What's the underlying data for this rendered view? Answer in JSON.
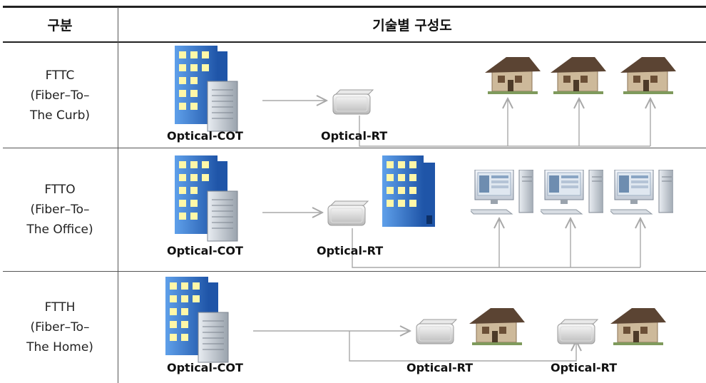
{
  "table": {
    "header": {
      "category": "구분",
      "diagram": "기술별 구성도"
    },
    "rows": [
      {
        "category_lines": [
          "FTTC",
          "(Fiber–To–",
          "The Curb)"
        ],
        "cot_label": "Optical-COT",
        "rt_labels": [
          "Optical-RT"
        ]
      },
      {
        "category_lines": [
          "FTTO",
          "(Fiber–To–",
          "The Office)"
        ],
        "cot_label": "Optical-COT",
        "rt_labels": [
          "Optical-RT"
        ]
      },
      {
        "category_lines": [
          "FTTH",
          "(Fiber–To–",
          "The Home)"
        ],
        "cot_label": "Optical-COT",
        "rt_labels": [
          "Optical-RT",
          "Optical-RT"
        ]
      }
    ]
  },
  "colors": {
    "building": "#3a7fd6",
    "building_dark": "#1f55a8",
    "window": "#fff7a8",
    "server": "#cfd6df",
    "connector": "#a8a8a8",
    "house_roof": "#5b4433",
    "house_wall": "#cdb99a"
  },
  "icons": [
    "office-building-server-icon",
    "optical-rt-box-icon",
    "house-icon",
    "desktop-computer-icon",
    "office-building-icon"
  ]
}
